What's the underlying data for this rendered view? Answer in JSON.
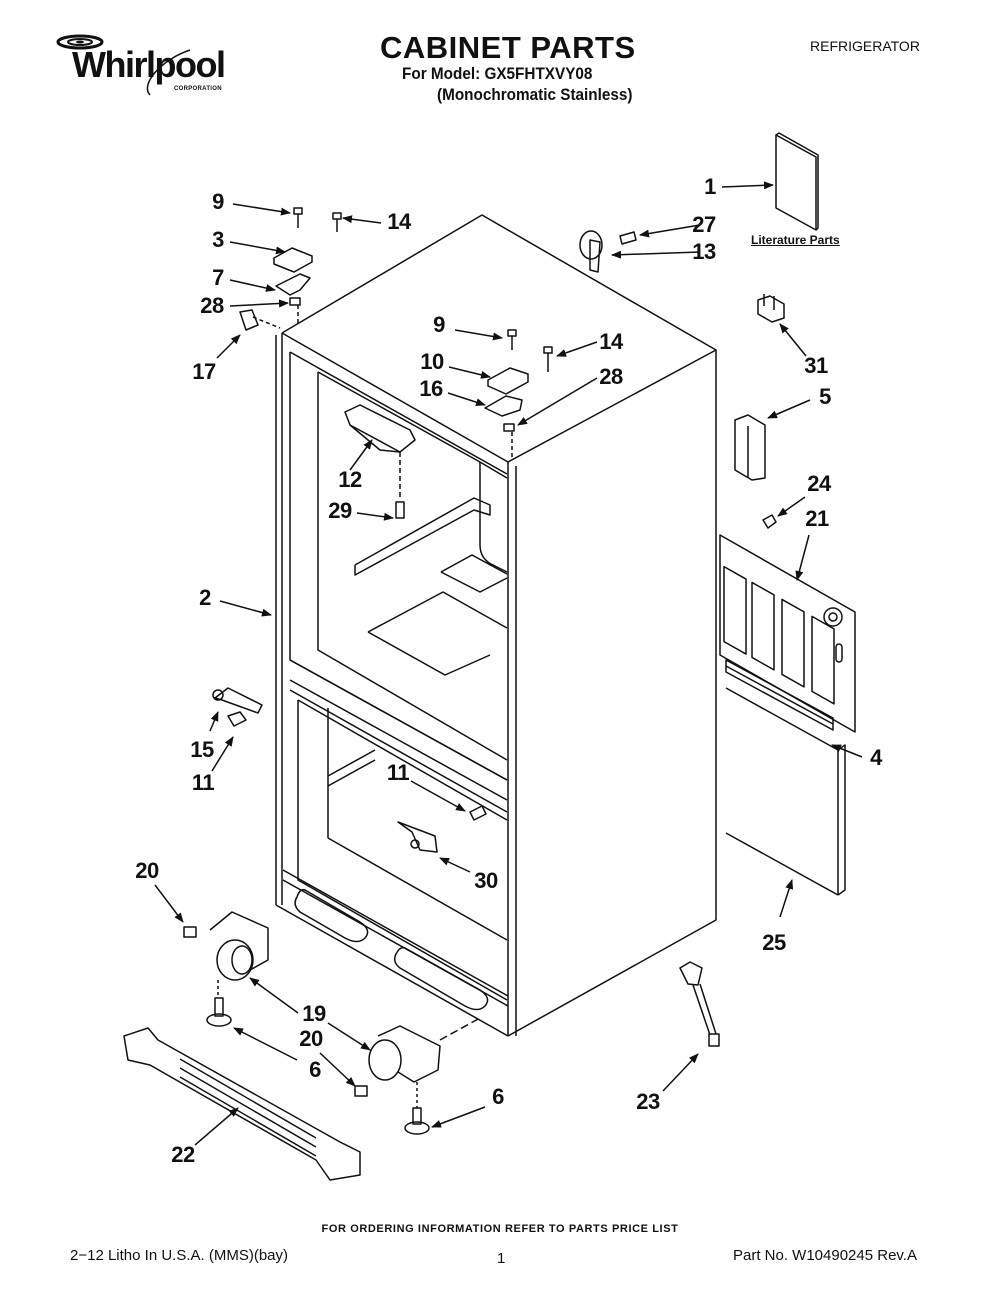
{
  "header": {
    "brand": "Whirlpool",
    "brand_sub": "CORPORATION",
    "title": "CABINET PARTS",
    "model_line": "For Model: GX5FHTXVY08",
    "variant_line": "(Monochromatic Stainless)",
    "category": "REFRIGERATOR"
  },
  "diagram": {
    "literature_label": "Literature Parts",
    "callouts": [
      {
        "id": "c9a",
        "label": "9"
      },
      {
        "id": "c14a",
        "label": "14"
      },
      {
        "id": "c3",
        "label": "3"
      },
      {
        "id": "c7",
        "label": "7"
      },
      {
        "id": "c28a",
        "label": "28"
      },
      {
        "id": "c17",
        "label": "17"
      },
      {
        "id": "c1",
        "label": "1"
      },
      {
        "id": "c27",
        "label": "27"
      },
      {
        "id": "c13",
        "label": "13"
      },
      {
        "id": "c9b",
        "label": "9"
      },
      {
        "id": "c14b",
        "label": "14"
      },
      {
        "id": "c10",
        "label": "10"
      },
      {
        "id": "c16",
        "label": "16"
      },
      {
        "id": "c28b",
        "label": "28"
      },
      {
        "id": "c31",
        "label": "31"
      },
      {
        "id": "c5",
        "label": "5"
      },
      {
        "id": "c12",
        "label": "12"
      },
      {
        "id": "c29",
        "label": "29"
      },
      {
        "id": "c24",
        "label": "24"
      },
      {
        "id": "c21",
        "label": "21"
      },
      {
        "id": "c2",
        "label": "2"
      },
      {
        "id": "c15",
        "label": "15"
      },
      {
        "id": "c11a",
        "label": "11"
      },
      {
        "id": "c11b",
        "label": "11"
      },
      {
        "id": "c4",
        "label": "4"
      },
      {
        "id": "c30",
        "label": "30"
      },
      {
        "id": "c20a",
        "label": "20"
      },
      {
        "id": "c25",
        "label": "25"
      },
      {
        "id": "c19",
        "label": "19"
      },
      {
        "id": "c20b",
        "label": "20"
      },
      {
        "id": "c6a",
        "label": "6"
      },
      {
        "id": "c6b",
        "label": "6"
      },
      {
        "id": "c23",
        "label": "23"
      },
      {
        "id": "c22",
        "label": "22"
      }
    ]
  },
  "footer": {
    "order_note": "FOR ORDERING INFORMATION REFER TO PARTS PRICE LIST",
    "litho": "2−12 Litho In U.S.A. (MMS)(bay)",
    "page_number": "1",
    "part_number": "Part No. W10490245 Rev.A"
  }
}
